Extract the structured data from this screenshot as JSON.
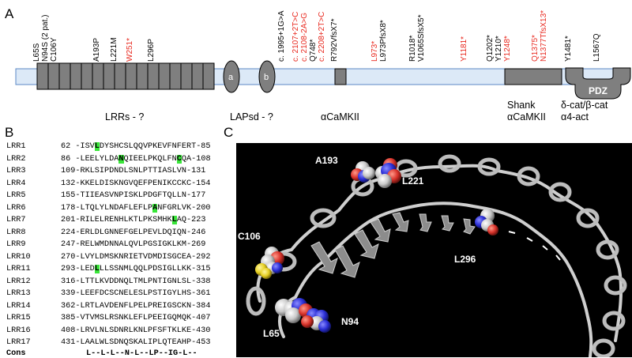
{
  "panels": {
    "a": "A",
    "b": "B",
    "c": "C"
  },
  "mutations": [
    {
      "label": "L65S",
      "color": "black"
    },
    {
      "label": "N94S (2 pat.)",
      "color": "black"
    },
    {
      "label": "C106Y",
      "color": "black"
    },
    {
      "label": "A193P",
      "color": "black"
    },
    {
      "label": "L221M",
      "color": "black"
    },
    {
      "label": "W251*",
      "color": "red"
    },
    {
      "label": "L296P",
      "color": "black"
    },
    {
      "label": "c. 1995+1G>A",
      "color": "black"
    },
    {
      "label": "c. 2107+2T>C",
      "color": "red"
    },
    {
      "label": "c. 2108-2A>G",
      "color": "red"
    },
    {
      "label": "Q748*",
      "color": "black"
    },
    {
      "label": "c. 2208+2T>C",
      "color": "red"
    },
    {
      "label": "R792VfsX7*",
      "color": "black"
    },
    {
      "label": "L973*",
      "color": "red"
    },
    {
      "label": "L973PfsX8*",
      "color": "black"
    },
    {
      "label": "R1018*",
      "color": "black"
    },
    {
      "label": "V1065SfsX5*",
      "color": "black"
    },
    {
      "label": "Y1181*",
      "color": "red"
    },
    {
      "label": "Q1202*",
      "color": "black"
    },
    {
      "label": "Y1210*",
      "color": "black"
    },
    {
      "label": "Y1248*",
      "color": "red"
    },
    {
      "label": "Q1375*",
      "color": "red"
    },
    {
      "label": "N1377TfsX13*",
      "color": "red"
    },
    {
      "label": "Y1481*",
      "color": "black"
    },
    {
      "label": "L1567Q",
      "color": "black"
    }
  ],
  "domains": {
    "lap_a": "a",
    "lap_b": "b",
    "pdz": "PDZ",
    "lrrs": "LRRs - ?",
    "lapsd": "LAPsd - ?",
    "camkii_mid": "αCaMKII",
    "shank": "Shank",
    "camkii_right": "αCaMKII",
    "cat": "δ-cat/β-cat",
    "act": "α4-act"
  },
  "colors": {
    "lrr_fill": "#7f7f7f",
    "backbone_fill": "#dce9f7",
    "backbone_stroke": "#5b88c4",
    "red_text": "#e8281e",
    "highlight": "#39e639"
  },
  "alignment": [
    {
      "name": "LRR1",
      "pre": "62 -ISV",
      "h1": "L",
      "mid": "DYSHCSLQQVPKEVFNFERT-85",
      "h2": "",
      "post": ""
    },
    {
      "name": "LRR2",
      "pre": "86 -LEELYLDA",
      "h1": "N",
      "mid": "QIEELPKQLFN",
      "h2": "C",
      "post": "QA-108"
    },
    {
      "name": "LRR3",
      "pre": "109-RKLSIPDNDLSNLPTTIASLVN-131",
      "h1": "",
      "mid": "",
      "h2": "",
      "post": ""
    },
    {
      "name": "LRR4",
      "pre": "132-KKELDISKNGVQEFPENIKCCKC-154",
      "h1": "",
      "mid": "",
      "h2": "",
      "post": ""
    },
    {
      "name": "LRR5",
      "pre": "155-TIIEASVNPISKLPDGFTQLLN-177",
      "h1": "",
      "mid": "",
      "h2": "",
      "post": ""
    },
    {
      "name": "LRR6",
      "pre": "178-LTQLYLNDAFLEFLP",
      "h1": "A",
      "mid": "NFGRLVK-200",
      "h2": "",
      "post": ""
    },
    {
      "name": "LRR7",
      "pre": "201-RILELRENHLKTLPKSMHK",
      "h1": "L",
      "mid": "AQ-223",
      "h2": "",
      "post": ""
    },
    {
      "name": "LRR8",
      "pre": "224-ERLDLGNNEFGELPEVLDQIQN-246",
      "h1": "",
      "mid": "",
      "h2": "",
      "post": ""
    },
    {
      "name": "LRR9",
      "pre": "247-RELWMDNNALQVLPGSIGKLKM-269",
      "h1": "",
      "mid": "",
      "h2": "",
      "post": ""
    },
    {
      "name": "LRR10",
      "pre": "270-LVYLDMSKNRIETVDMDISGCEA-292",
      "h1": "",
      "mid": "",
      "h2": "",
      "post": ""
    },
    {
      "name": "LRR11",
      "pre": "293-LED",
      "h1": "L",
      "mid": "LLSSNMLQQLPDSIGLLKK-315",
      "h2": "",
      "post": ""
    },
    {
      "name": "LRR12",
      "pre": "316-LTTLKVDDNQLTMLPNTIGNLSL-338",
      "h1": "",
      "mid": "",
      "h2": "",
      "post": ""
    },
    {
      "name": "LRR13",
      "pre": "339-LEEFDCSCNELESLPSTIGYLHS-361",
      "h1": "",
      "mid": "",
      "h2": "",
      "post": ""
    },
    {
      "name": "LRR14",
      "pre": "362-LRTLAVDENFLPELPREIGSCKN-384",
      "h1": "",
      "mid": "",
      "h2": "",
      "post": ""
    },
    {
      "name": "LRR15",
      "pre": "385-VTVMSLRSNKLEFLPEEIGQMQK-407",
      "h1": "",
      "mid": "",
      "h2": "",
      "post": ""
    },
    {
      "name": "LRR16",
      "pre": "408-LRVLNLSDNRLKNLPFSFTKLKE-430",
      "h1": "",
      "mid": "",
      "h2": "",
      "post": ""
    },
    {
      "name": "LRR17",
      "pre": "431-LAALWLSDNQSKALIPLQTEAHP-453",
      "h1": "",
      "mid": "",
      "h2": "",
      "post": ""
    }
  ],
  "consensus": {
    "name": "Cons",
    "seq": "L--L-L--N-L--LP--IG-L--"
  },
  "structure_labels": {
    "a193": "A193",
    "l221": "L221",
    "c106": "C106",
    "l296": "L296",
    "l65": "L65",
    "n94": "N94"
  }
}
